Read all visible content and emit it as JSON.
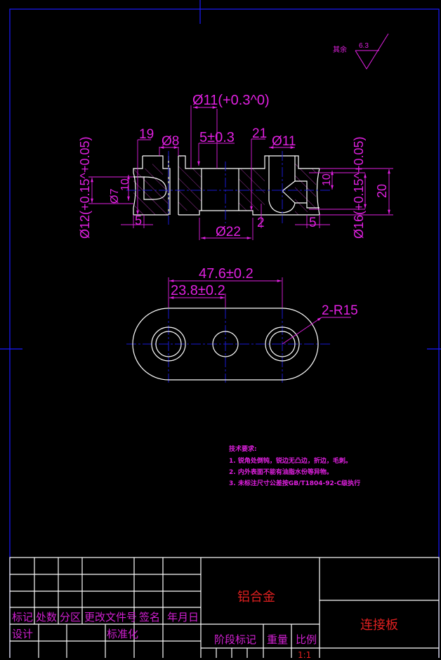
{
  "drawing": {
    "title": "连接板",
    "material": "铝合金",
    "scale": "1:1",
    "colors": {
      "background": "#000000",
      "frame": "#1a1aff",
      "outline": "#ffffff",
      "dimension": "#e020e0",
      "centerline": "#1a1ad0",
      "title_text": "#e02020"
    }
  },
  "roughness": {
    "label": "其余",
    "value": "6.3"
  },
  "section_view": {
    "dimensions": {
      "bore_center": "Ø11(+0.3^0)",
      "left_height_19": "19",
      "left_hole": "Ø8",
      "thickness": "5±0.3",
      "right_height_21": "21",
      "right_hole": "Ø11",
      "left_bore": "Ø12(+0.15^+0.05)",
      "left_small": "Ø7",
      "left_10": "10",
      "left_5": "5",
      "bottom_boss": "Ø22",
      "chamfer_2": "2",
      "right_5": "5",
      "right_10": "10",
      "right_bore": "Ø16(+0.15^+0.05)",
      "overall_height": "20"
    }
  },
  "plan_view": {
    "dimensions": {
      "overall_pitch": "47.6±0.2",
      "half_pitch": "23.8±0.2",
      "end_radius": "2-R15"
    }
  },
  "technical_requirements": {
    "heading": "技术要求:",
    "items": [
      "1. 锐角处倒钝，锐边无凸边，折边，毛刺。",
      "2. 内外表面不能有油脂水份等异物。",
      "3. 未标注尺寸公差按GB/T1804-92-C级执行"
    ]
  },
  "title_block": {
    "revision_headers": [
      "标记",
      "处数",
      "分区",
      "更改文件号",
      "签名",
      "年月日"
    ],
    "design_label": "设计",
    "standardization_label": "标准化",
    "stage_label": "阶段标记",
    "weight_label": "重量",
    "scale_label": "比例",
    "material": "铝合金",
    "part_name": "连接板",
    "scale_value": "1:1"
  }
}
